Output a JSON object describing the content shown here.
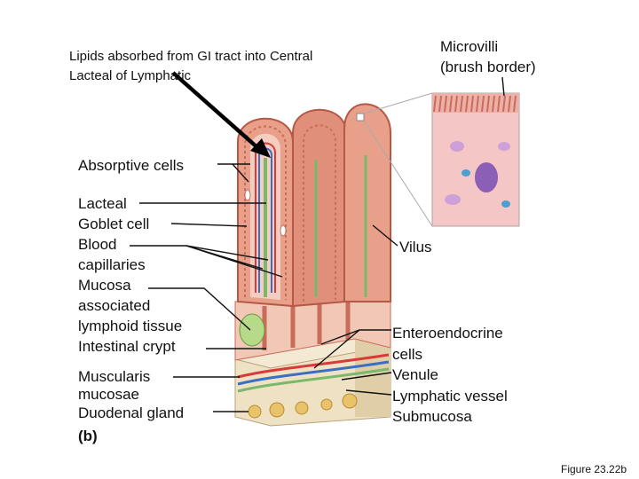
{
  "header_note": {
    "line1": "Lipids absorbed from GI tract into Central",
    "line2": "Lacteal of Lymphatic"
  },
  "microvilli": {
    "line1": "Microvilli",
    "line2": "(brush border)"
  },
  "left_labels": {
    "absorptive": "Absorptive cells",
    "lacteal": "Lacteal",
    "goblet": "Goblet cell",
    "blood1": "Blood",
    "blood2": "capillaries",
    "mucosa1": "Mucosa",
    "mucosa2": "associated",
    "mucosa3": "lymphoid tissue",
    "crypt": "Intestinal crypt",
    "musc1": "Muscularis",
    "musc2": "mucosae",
    "duodenal": "Duodenal gland",
    "part": "(b)"
  },
  "right_labels": {
    "villus": "Vilus",
    "entero1": "Enteroendocrine",
    "entero2": "cells",
    "venule": "Venule",
    "lymph": "Lymphatic vessel",
    "submucosa": "Submucosa"
  },
  "figure_ref": "Figure 23.22b",
  "colors": {
    "tissue": "#e8a08a",
    "tissue_dark": "#c96c5a",
    "villus_core": "#f3cdbf",
    "submucosa": "#efe2c4",
    "artery": "#d8393a",
    "vein": "#3a6fc4",
    "lymph": "#7ab86c",
    "nucleus": "#8a5fb5"
  }
}
